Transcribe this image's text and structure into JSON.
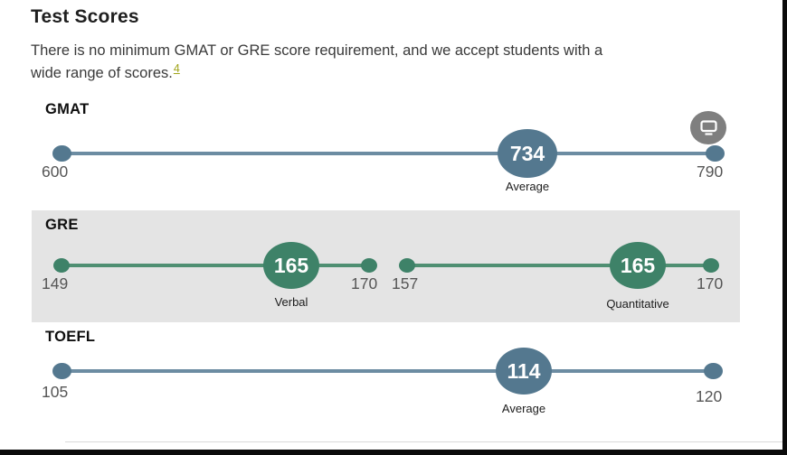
{
  "page": {
    "title": "Test Scores",
    "intro_line1": "There is no minimum GMAT or GRE score requirement, and we accept students with a",
    "intro_line2": "wide range of scores.",
    "footnote": "4"
  },
  "gmat": {
    "label": "GMAT",
    "min": "600",
    "max": "790",
    "average_value": "734",
    "average_label": "Average",
    "badge_icon": "monitor-icon"
  },
  "gre": {
    "label": "GRE",
    "verbal": {
      "min": "149",
      "max": "170",
      "value": "165",
      "label": "Verbal"
    },
    "quantitative": {
      "min": "157",
      "max": "170",
      "value": "165",
      "label": "Quantitative"
    }
  },
  "toefl": {
    "label": "TOEFL",
    "min": "105",
    "max": "120",
    "average_value": "114",
    "average_label": "Average"
  },
  "colors": {
    "slate_dot": "#54788F",
    "slate_line": "#6C8CA2",
    "green_dot": "#3E8268",
    "green_line": "#4F8F72",
    "panel_background": "#E4E4E4",
    "badge_gray": "#7F7F7F",
    "footnote_link": "#A0A419"
  },
  "chart_data": [
    {
      "type": "range",
      "title": "GMAT",
      "min": 600,
      "max": 790,
      "marker": 734,
      "marker_label": "Average",
      "accent": "#54788F"
    },
    {
      "type": "range",
      "title": "GRE Verbal",
      "min": 149,
      "max": 170,
      "marker": 165,
      "marker_label": "Verbal",
      "accent": "#3E8268"
    },
    {
      "type": "range",
      "title": "GRE Quantitative",
      "min": 157,
      "max": 170,
      "marker": 165,
      "marker_label": "Quantitative",
      "accent": "#3E8268"
    },
    {
      "type": "range",
      "title": "TOEFL",
      "min": 105,
      "max": 120,
      "marker": 114,
      "marker_label": "Average",
      "accent": "#54788F"
    }
  ]
}
